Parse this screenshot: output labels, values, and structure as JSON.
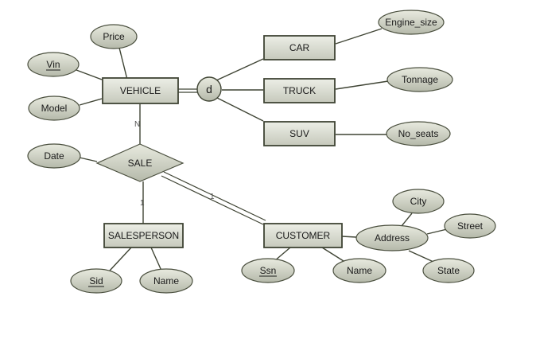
{
  "entities": {
    "vehicle": "VEHICLE",
    "car": "CAR",
    "truck": "TRUCK",
    "suv": "SUV",
    "salesperson": "SALESPERSON",
    "customer": "CUSTOMER"
  },
  "relationships": {
    "sale": "SALE"
  },
  "attributes": {
    "price": "Price",
    "vin": "Vin",
    "model": "Model",
    "engine_size": "Engine_size",
    "tonnage": "Tonnage",
    "no_seats": "No_seats",
    "date": "Date",
    "sid": "Sid",
    "salesperson_name": "Name",
    "ssn": "Ssn",
    "customer_name": "Name",
    "address": "Address",
    "city": "City",
    "street": "Street",
    "state": "State"
  },
  "specialization": {
    "symbol": "d"
  },
  "cardinalities": {
    "vehicle_sale": "N",
    "salesperson_sale": "1",
    "customer_sale": "1"
  },
  "colors": {
    "entity_fill_light": "#e9ebe3",
    "entity_fill_dark": "#c4c7bb",
    "attribute_fill_light": "#e6e8dd",
    "attribute_fill_dark": "#b8bcae",
    "line": "#3f4434"
  }
}
